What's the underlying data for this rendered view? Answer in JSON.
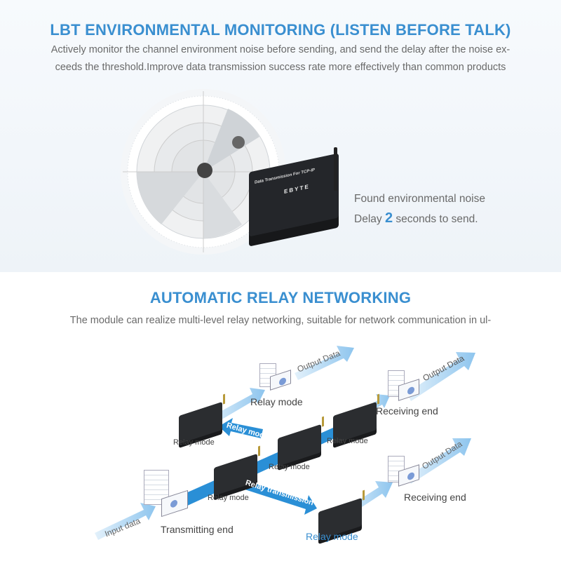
{
  "lbt": {
    "title": "LBT ENVIRONMENTAL MONITORING (LISTEN BEFORE TALK)",
    "desc_line1": "Actively monitor the channel environment noise before sending, and send the delay after the noise ex-",
    "desc_line2": "ceeds the threshold.Improve data transmission success rate more effectively than common products",
    "noise_text": "Found environmental noise",
    "delay_prefix": "Delay",
    "delay_value": "2",
    "delay_suffix": "seconds to send.",
    "device_label": "Data Transmission For TCP-IP",
    "device_brand": "EBYTE"
  },
  "relay": {
    "title": "AUTOMATIC RELAY NETWORKING",
    "desc": "The module can realize multi-level relay networking, suitable for network communication in ul-",
    "labels": {
      "relay_mode_top": "Relay mode",
      "relay_mode_left": "Relay mode",
      "relay_mode_center": "Relay mode",
      "relay_mode_right": "Relay mode",
      "relay_mode_lower": "Relay mode",
      "relay_mode_bottom": "Relay mode",
      "receiving_end_top": "Receiving end",
      "receiving_end_bottom": "Receiving end",
      "transmitting_end": "Transmitting end",
      "output_data_1": "Output Data",
      "output_data_2": "Output Data",
      "output_data_3": "Output Data",
      "input_data": "Input data",
      "relay_mode_arrow": "Relay mode",
      "relay_transmission_arrow": "Relay transmission"
    }
  },
  "colors": {
    "accent": "#3a8fd0",
    "arrow_dark": "#2a8fd6",
    "arrow_light": "#a9d3f2",
    "text": "#6a6a6a"
  }
}
